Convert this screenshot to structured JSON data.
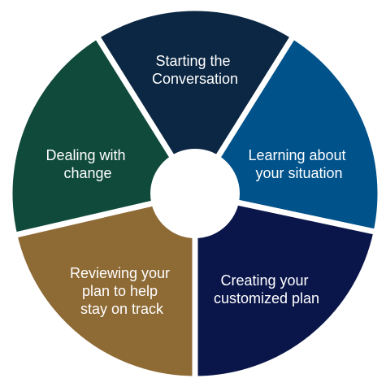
{
  "diagram": {
    "segments": [
      {
        "id": "starting",
        "label_lines": [
          "Starting the",
          "Conversation"
        ],
        "color": "#0c2743"
      },
      {
        "id": "learning",
        "label_lines": [
          "Learning about",
          "your situation"
        ],
        "color": "#00528a"
      },
      {
        "id": "creating",
        "label_lines": [
          "Creating your",
          "customized plan"
        ],
        "color": "#0a164a"
      },
      {
        "id": "reviewing",
        "label_lines": [
          "Reviewing your",
          "plan to help",
          "stay on track"
        ],
        "color": "#8e6a35"
      },
      {
        "id": "dealing",
        "label_lines": [
          "Dealing with",
          "change"
        ],
        "color": "#0f4a3a"
      }
    ],
    "hub_color": "#ffffff"
  }
}
